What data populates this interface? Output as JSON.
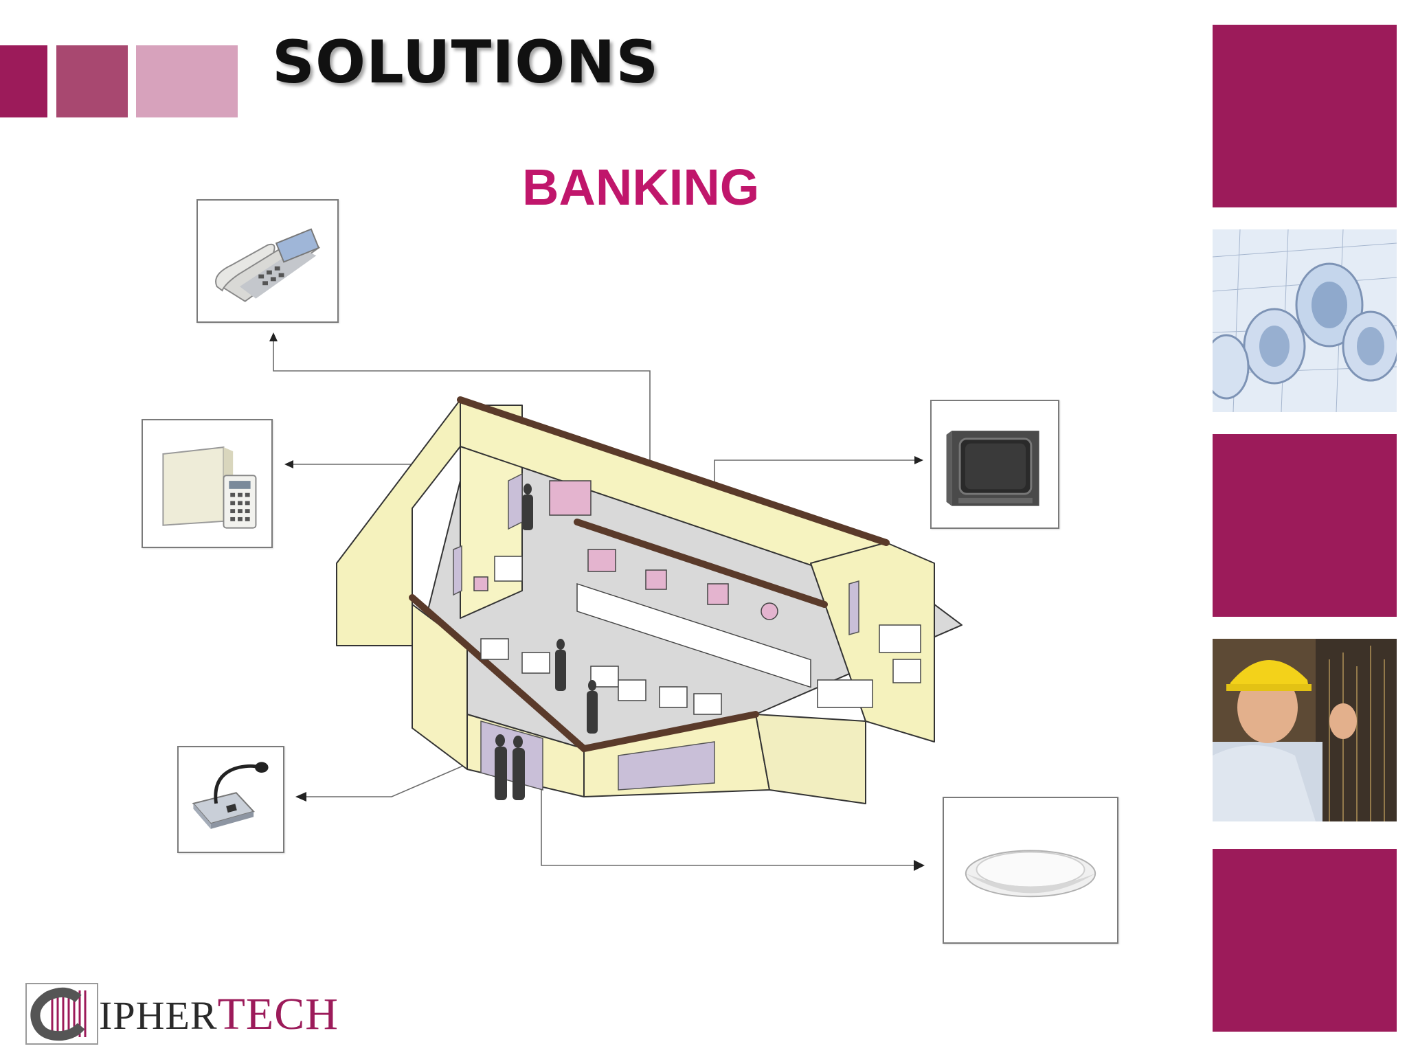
{
  "header": {
    "title": "SOLUTIONS",
    "subtitle": "BANKING"
  },
  "logo": {
    "text_part1": "IPHER",
    "text_part2": "TECH"
  },
  "devices": [
    {
      "name": "telephone",
      "icon": "telephone-icon"
    },
    {
      "name": "alarm-panel",
      "icon": "alarm-panel-icon"
    },
    {
      "name": "monitor",
      "icon": "crt-monitor-icon"
    },
    {
      "name": "microphone",
      "icon": "desk-microphone-icon"
    },
    {
      "name": "ceiling-speaker",
      "icon": "ceiling-speaker-icon"
    }
  ],
  "side_images": [
    "blueprints-photo",
    "technician-photo"
  ],
  "colors": {
    "brand": "#9c1b5a",
    "brand_mid": "#a84870",
    "brand_light": "#d7a2bc",
    "subtitle": "#c0166b"
  }
}
